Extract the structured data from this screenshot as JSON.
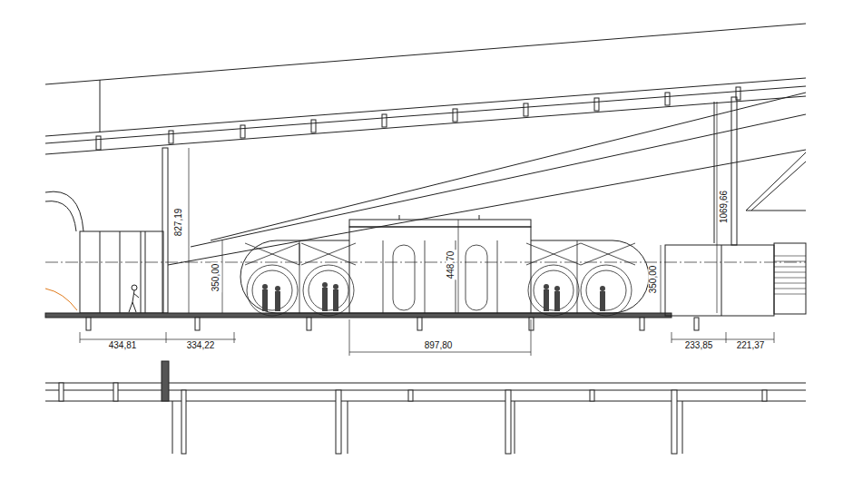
{
  "diagram": {
    "labels": [
      "827,19",
      "1069,66",
      "448,70",
      "350,00",
      "350,00",
      "434,81",
      "334,22",
      "897,80",
      "233,85",
      "221,37"
    ]
  }
}
